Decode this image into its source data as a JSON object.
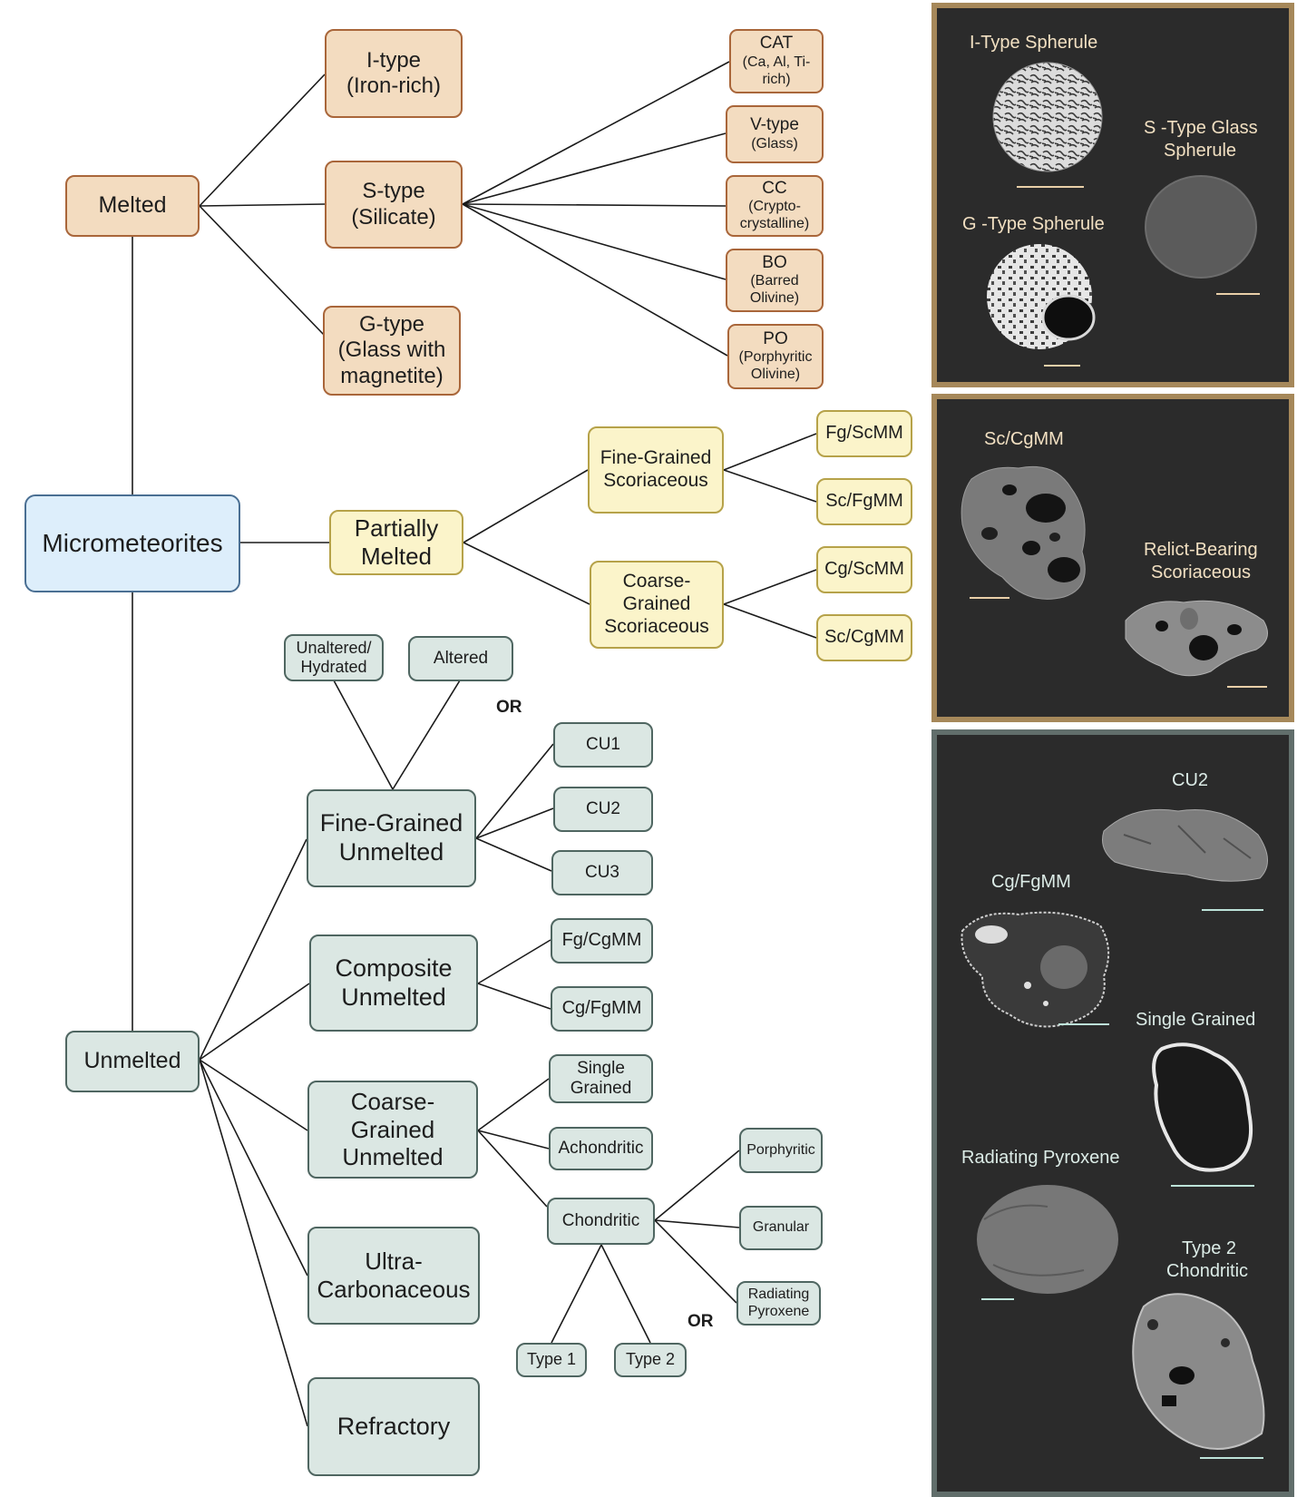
{
  "nodes": {
    "micrometeorites": "Micrometeorites",
    "melted": "Melted",
    "partially_melted": [
      "Partially",
      "Melted"
    ],
    "unmelted": "Unmelted",
    "i_type": [
      "I-type",
      "(Iron-rich)"
    ],
    "s_type": [
      "S-type",
      "(Silicate)"
    ],
    "g_type": [
      "G-type",
      "(Glass with",
      "magnetite)"
    ],
    "cat": [
      "CAT",
      "(Ca, Al, Ti-",
      "rich)"
    ],
    "v_type": [
      "V-type",
      "(Glass)"
    ],
    "cc": [
      "CC",
      "(Crypto-",
      "crystalline)"
    ],
    "bo": [
      "BO",
      "(Barred",
      "Olivine)"
    ],
    "po": [
      "PO",
      "(Porphyritic",
      "Olivine)"
    ],
    "fine_grained_scoriaceous": [
      "Fine-Grained",
      "Scoriaceous"
    ],
    "coarse_grained_scoriaceous": [
      "Coarse-",
      "Grained",
      "Scoriaceous"
    ],
    "fg_scmm": "Fg/ScMM",
    "sc_fgmm": "Sc/FgMM",
    "cg_scmm": "Cg/ScMM",
    "sc_cgmm": "Sc/CgMM",
    "unaltered_hydrated": [
      "Unaltered/",
      "Hydrated"
    ],
    "altered": "Altered",
    "fine_grained_unmelted": [
      "Fine-Grained",
      "Unmelted"
    ],
    "cu1": "CU1",
    "cu2": "CU2",
    "cu3": "CU3",
    "composite_unmelted": [
      "Composite",
      "Unmelted"
    ],
    "fg_cgmm": "Fg/CgMM",
    "cg_fgmm": "Cg/FgMM",
    "coarse_grained_unmelted": [
      "Coarse-",
      "Grained",
      "Unmelted"
    ],
    "single_grained": [
      "Single",
      "Grained"
    ],
    "achondritic": "Achondritic",
    "chondritic": "Chondritic",
    "porphyritic": "Porphyritic",
    "granular": "Granular",
    "radiating_pyroxene": [
      "Radiating",
      "Pyroxene"
    ],
    "type_1": "Type 1",
    "type_2": "Type 2",
    "ultra_carbonaceous": [
      "Ultra-",
      "Carbonaceous"
    ],
    "refractory": "Refractory"
  },
  "or_labels": [
    "OR",
    "OR"
  ],
  "panels": {
    "melted": {
      "i_type_spherule": "I-Type Spherule",
      "s_type_glass_spherule": [
        "S -Type Glass",
        "Spherule"
      ],
      "g_type_spherule": "G -Type Spherule"
    },
    "partially_melted": {
      "sc_cgmm": "Sc/CgMM",
      "relict_bearing": [
        "Relict-Bearing",
        "Scoriaceous"
      ]
    },
    "unmelted": {
      "cu2": "CU2",
      "cg_fgmm": "Cg/FgMM",
      "single_grained": "Single Grained",
      "radiating_pyroxene": "Radiating Pyroxene",
      "type2_chondritic": [
        "Type 2",
        "Chondritic"
      ]
    }
  },
  "colors": {
    "melted_fill": "#f3dcc0",
    "melted_border": "#a9663a",
    "partial_fill": "#fbf4ca",
    "partial_border": "#b6a249",
    "unmelted_fill": "#dbe7e3",
    "unmelted_border": "#4f6661",
    "root_fill": "#ddeefb",
    "root_border": "#4a6f93",
    "panel_bg": "#2b2b2b",
    "panel_gold": "#a6885a",
    "panel_slate": "#616e6b"
  }
}
